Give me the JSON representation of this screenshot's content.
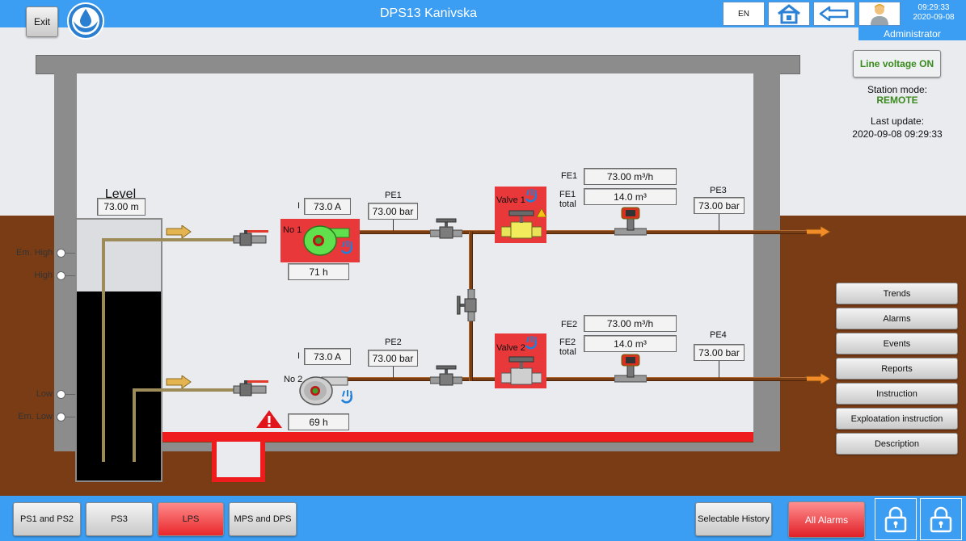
{
  "header": {
    "exit_label": "Exit",
    "title": "DPS13 Kanivska",
    "lang_label": "EN",
    "time": "09:29:33",
    "date": "2020-09-08",
    "user_role": "Administrator"
  },
  "status": {
    "line_voltage": "Line voltage ON",
    "mode_label": "Station mode:",
    "mode_value": "REMOTE",
    "update_label": "Last update:",
    "update_value": "2020-09-08 09:29:33"
  },
  "tank": {
    "level_label": "Level",
    "level_value": "73.00 m",
    "marks": [
      "Em. High",
      "High",
      "Low",
      "Em. Low"
    ]
  },
  "pump1": {
    "name": "No 1",
    "current_label": "I",
    "current": "73.0 A",
    "hours": "71 h"
  },
  "pump2": {
    "name": "No 2",
    "current_label": "I",
    "current": "73.0 A",
    "hours": "69 h"
  },
  "sensors": {
    "pe1_label": "PE1",
    "pe1_value": "73.00 bar",
    "pe2_label": "PE2",
    "pe2_value": "73.00 bar",
    "pe3_label": "PE3",
    "pe3_value": "73.00 bar",
    "pe4_label": "PE4",
    "pe4_value": "73.00 bar",
    "fe1_label": "FE1",
    "fe1_value": "73.00 m³/h",
    "fe1_total_label": "FE1\ntotal",
    "fe1_total_value": "14.0 m³",
    "fe2_label": "FE2",
    "fe2_value": "73.00 m³/h",
    "fe2_total_label": "FE2\ntotal",
    "fe2_total_value": "14.0 m³"
  },
  "valves": {
    "valve1": "Valve 1",
    "valve2": "Valve 2"
  },
  "side_menu": [
    "Trends",
    "Alarms",
    "Events",
    "Reports",
    "Instruction",
    "Exploatation instruction",
    "Description"
  ],
  "bottom_nav": {
    "tabs": [
      "PS1 and PS2",
      "PS3",
      "LPS",
      "MPS and DPS"
    ],
    "active_tab": "LPS",
    "history": "Selectable History",
    "alarms": "All Alarms"
  },
  "colors": {
    "topbar": "#3c9ef3",
    "ground": "#7a3c15",
    "alarm_red": "#e8383a",
    "pump_running": "#5fe04c",
    "status_green": "#3a8a1e"
  },
  "icons": {
    "logo": "water-hands-logo-icon",
    "home": "home-icon",
    "back": "back-arrow-icon",
    "user": "user-avatar-icon",
    "lock": "lock-icon",
    "warning": "warning-icon",
    "remote": "remote-control-icon"
  }
}
